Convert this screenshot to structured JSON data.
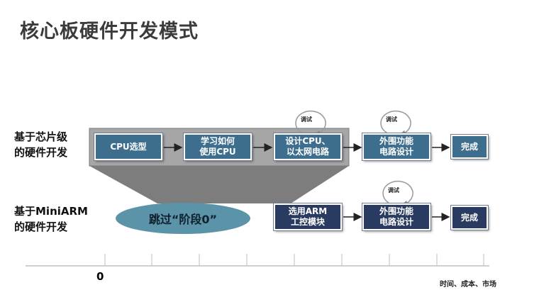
{
  "title": "核心板硬件开发模式",
  "row1": {
    "label_line1": "基于芯片级",
    "label_line2": "的硬件开发",
    "steps": [
      {
        "label": "CPU选型"
      },
      {
        "label": "学习如何\n使用CPU"
      },
      {
        "label": "设计CPU、\n以太网电路"
      },
      {
        "label": "外围功能\n电路设计"
      },
      {
        "label": "完成"
      }
    ],
    "debug_labels": [
      "调试",
      "调试"
    ]
  },
  "row2": {
    "label_line1": "基于MiniARM",
    "label_line2": "的硬件开发",
    "skip_label": "跳过“阶段0”",
    "steps": [
      {
        "label": "选用ARM\n工控模块"
      },
      {
        "label": "外围功能\n电路设计"
      },
      {
        "label": "完成"
      }
    ],
    "debug_label": "调试"
  },
  "timeline": {
    "origin_label": "0",
    "axis_label": "时间、成本、市场"
  },
  "colors": {
    "step_blue": "#3e6e8e",
    "step_navy": "#2a3b61",
    "gray_panel": "#a6a6a6",
    "ellipse": "#5b93a8"
  }
}
